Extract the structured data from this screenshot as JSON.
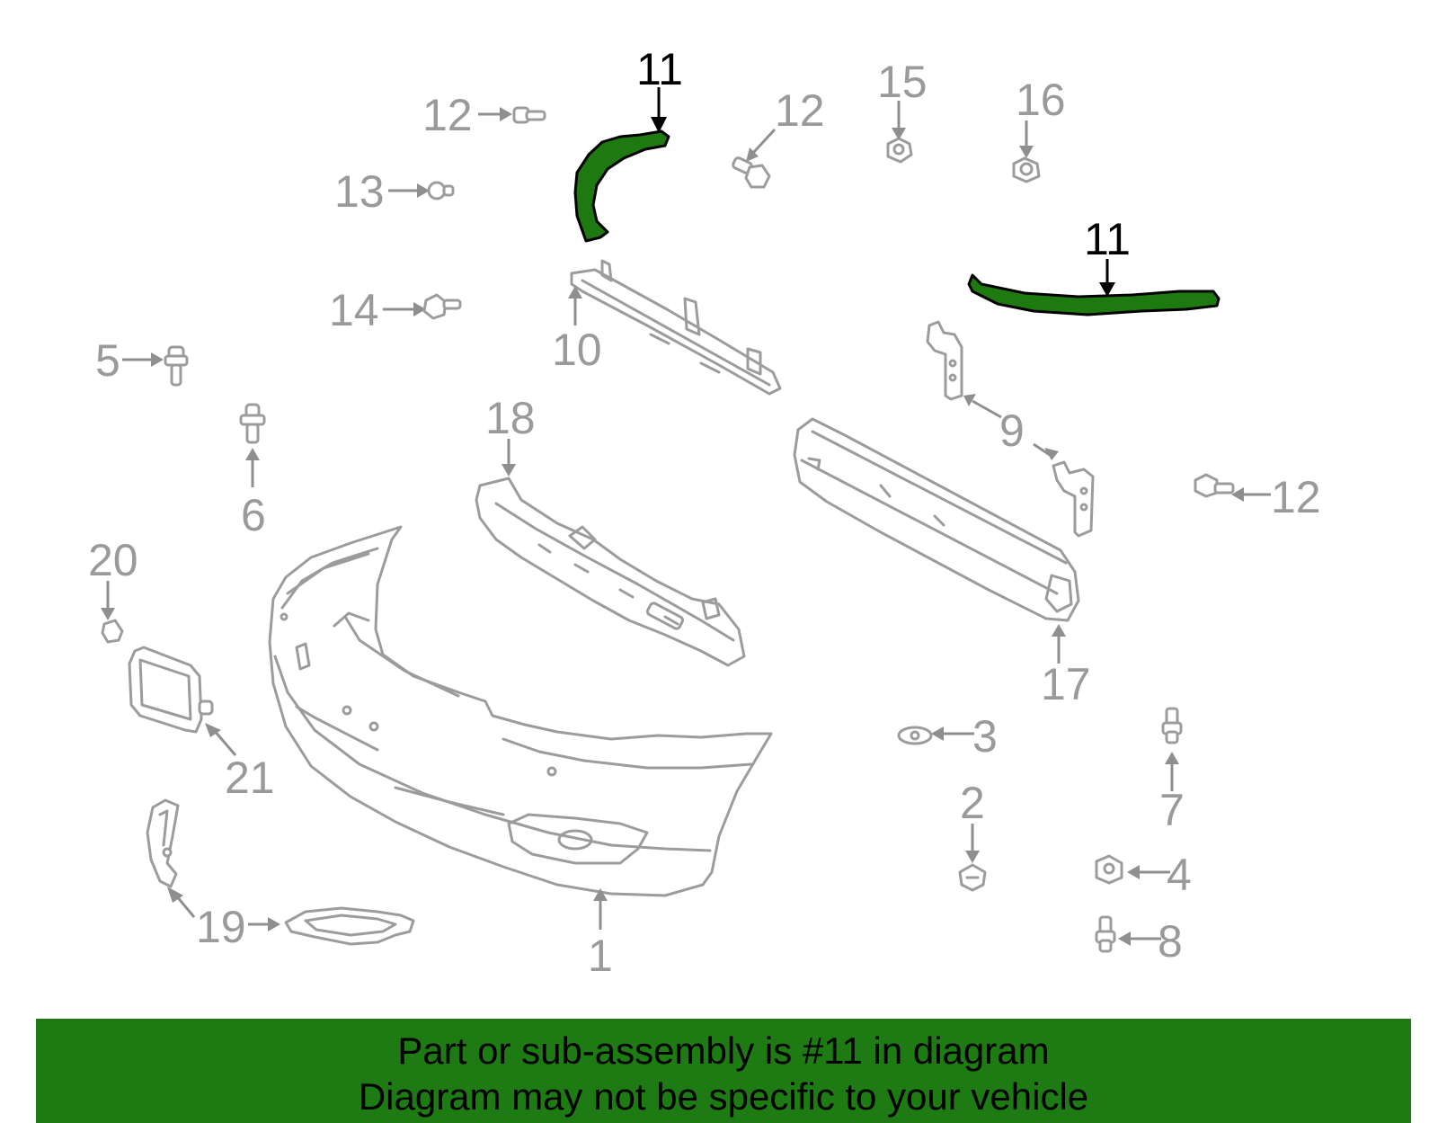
{
  "diagram": {
    "callouts": [
      {
        "id": "label-11-top",
        "text": "11",
        "highlight": true
      },
      {
        "id": "label-11-right",
        "text": "11",
        "highlight": true
      },
      {
        "id": "label-12-top-left",
        "text": "12",
        "highlight": false
      },
      {
        "id": "label-12-top-mid",
        "text": "12",
        "highlight": false
      },
      {
        "id": "label-12-right",
        "text": "12",
        "highlight": false
      },
      {
        "id": "label-13",
        "text": "13",
        "highlight": false
      },
      {
        "id": "label-14",
        "text": "14",
        "highlight": false
      },
      {
        "id": "label-15",
        "text": "15",
        "highlight": false
      },
      {
        "id": "label-16",
        "text": "16",
        "highlight": false
      },
      {
        "id": "label-5",
        "text": "5",
        "highlight": false
      },
      {
        "id": "label-6",
        "text": "6",
        "highlight": false
      },
      {
        "id": "label-10",
        "text": "10",
        "highlight": false
      },
      {
        "id": "label-18",
        "text": "18",
        "highlight": false
      },
      {
        "id": "label-9",
        "text": "9",
        "highlight": false
      },
      {
        "id": "label-17",
        "text": "17",
        "highlight": false
      },
      {
        "id": "label-20",
        "text": "20",
        "highlight": false
      },
      {
        "id": "label-21",
        "text": "21",
        "highlight": false
      },
      {
        "id": "label-3",
        "text": "3",
        "highlight": false
      },
      {
        "id": "label-7",
        "text": "7",
        "highlight": false
      },
      {
        "id": "label-2",
        "text": "2",
        "highlight": false
      },
      {
        "id": "label-4",
        "text": "4",
        "highlight": false
      },
      {
        "id": "label-8",
        "text": "8",
        "highlight": false
      },
      {
        "id": "label-19",
        "text": "19",
        "highlight": false
      },
      {
        "id": "label-1",
        "text": "1",
        "highlight": false
      }
    ],
    "colors": {
      "highlight_part": "#1e7a10",
      "part_outline": "#9c9c9c",
      "label_gray": "#9a9a9a",
      "label_highlight": "#000000"
    }
  },
  "banner": {
    "line1": "Part or sub-assembly is #11 in diagram",
    "line2": "Diagram may not be specific to your vehicle",
    "background": "#1e7a12"
  }
}
